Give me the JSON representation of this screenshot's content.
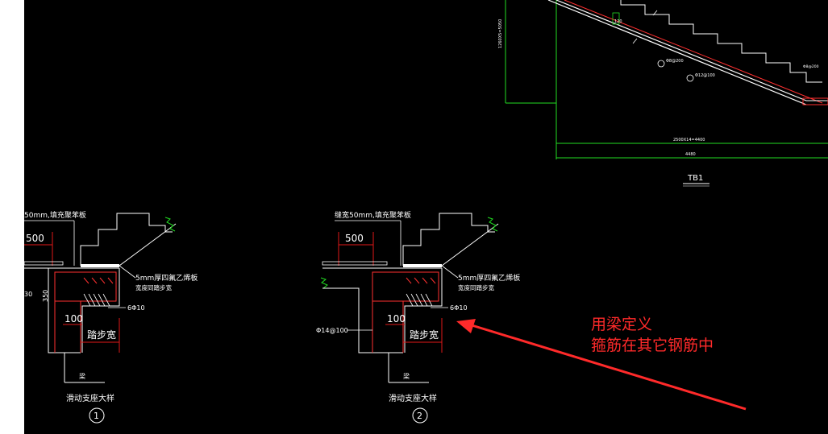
{
  "stair_elevation": {
    "title": "TB1",
    "dim_vertical": "1260X5=5050",
    "dim_bottom_1": "2500X14=4400",
    "dim_bottom_2": "4480",
    "rebar_1": "Φ8@200",
    "rebar_2": "Φ12@100",
    "rebar_3": "Φ8@200",
    "thickness": "120"
  },
  "detail_1": {
    "note_top": "50mm,填充聚苯板",
    "dim_500": "500",
    "note_right_1": "5mm厚四氟乙烯板",
    "note_right_2": "宽度同踏步宽",
    "rebar_label": "6Φ10",
    "dim_100": "100",
    "step_width": "踏步宽",
    "beam": "梁",
    "dim_left_350": "350",
    "dim_left_30": "30",
    "title": "滑动支座大样",
    "index": "1"
  },
  "detail_2": {
    "note_top": "缝宽50mm,填充聚苯板",
    "dim_500": "500",
    "note_right_1": "5mm厚四氟乙烯板",
    "note_right_2": "宽度同踏步宽",
    "rebar_label": "6Φ10",
    "dim_100": "100",
    "step_width": "踏步宽",
    "beam": "梁",
    "stirrup_label": "Φ14@100",
    "title": "滑动支座大样",
    "index": "2"
  },
  "annotation": {
    "line1": "用梁定义",
    "line2": "箍筋在其它钢筋中",
    "color": "#ff2a2a"
  },
  "colors": {
    "background": "#000000",
    "cad_white": "#ffffff",
    "cad_red": "#ff3030",
    "cad_green": "#22dd22",
    "cad_dim_red": "#e01818"
  }
}
